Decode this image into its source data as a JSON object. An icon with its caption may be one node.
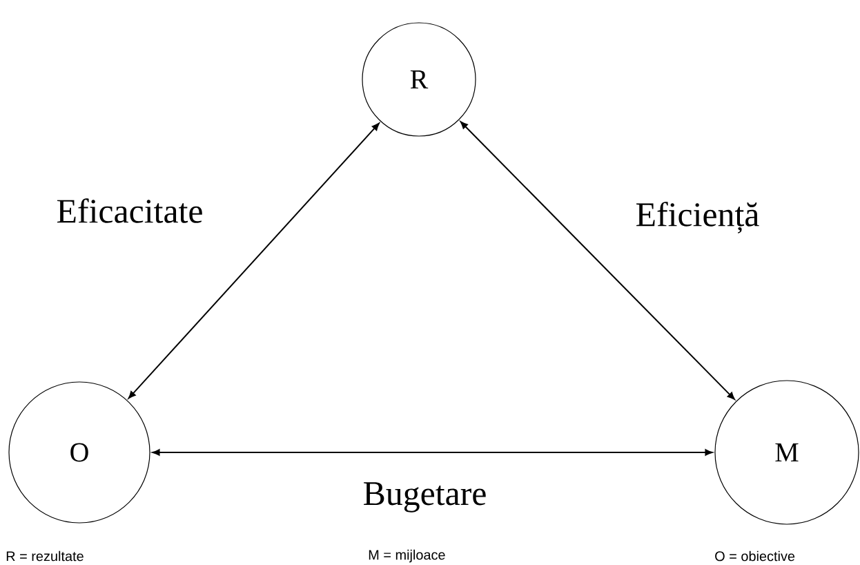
{
  "diagram": {
    "nodes": [
      {
        "text": [
          "R"
        ]
      },
      {
        "text": [
          "O"
        ]
      },
      {
        "text": [
          "M"
        ]
      }
    ],
    "edges": [
      {
        "from": 0,
        "to": 1,
        "arrow": "both",
        "label": "Eficacitate"
      },
      {
        "from": 0,
        "to": 2,
        "arrow": "both",
        "label": "Eficiență"
      },
      {
        "from": 1,
        "to": 2,
        "arrow": "both",
        "label": "Bugetare"
      }
    ],
    "labels": [
      "R = rezultate",
      "M = mijloace",
      "O = obiective"
    ]
  }
}
